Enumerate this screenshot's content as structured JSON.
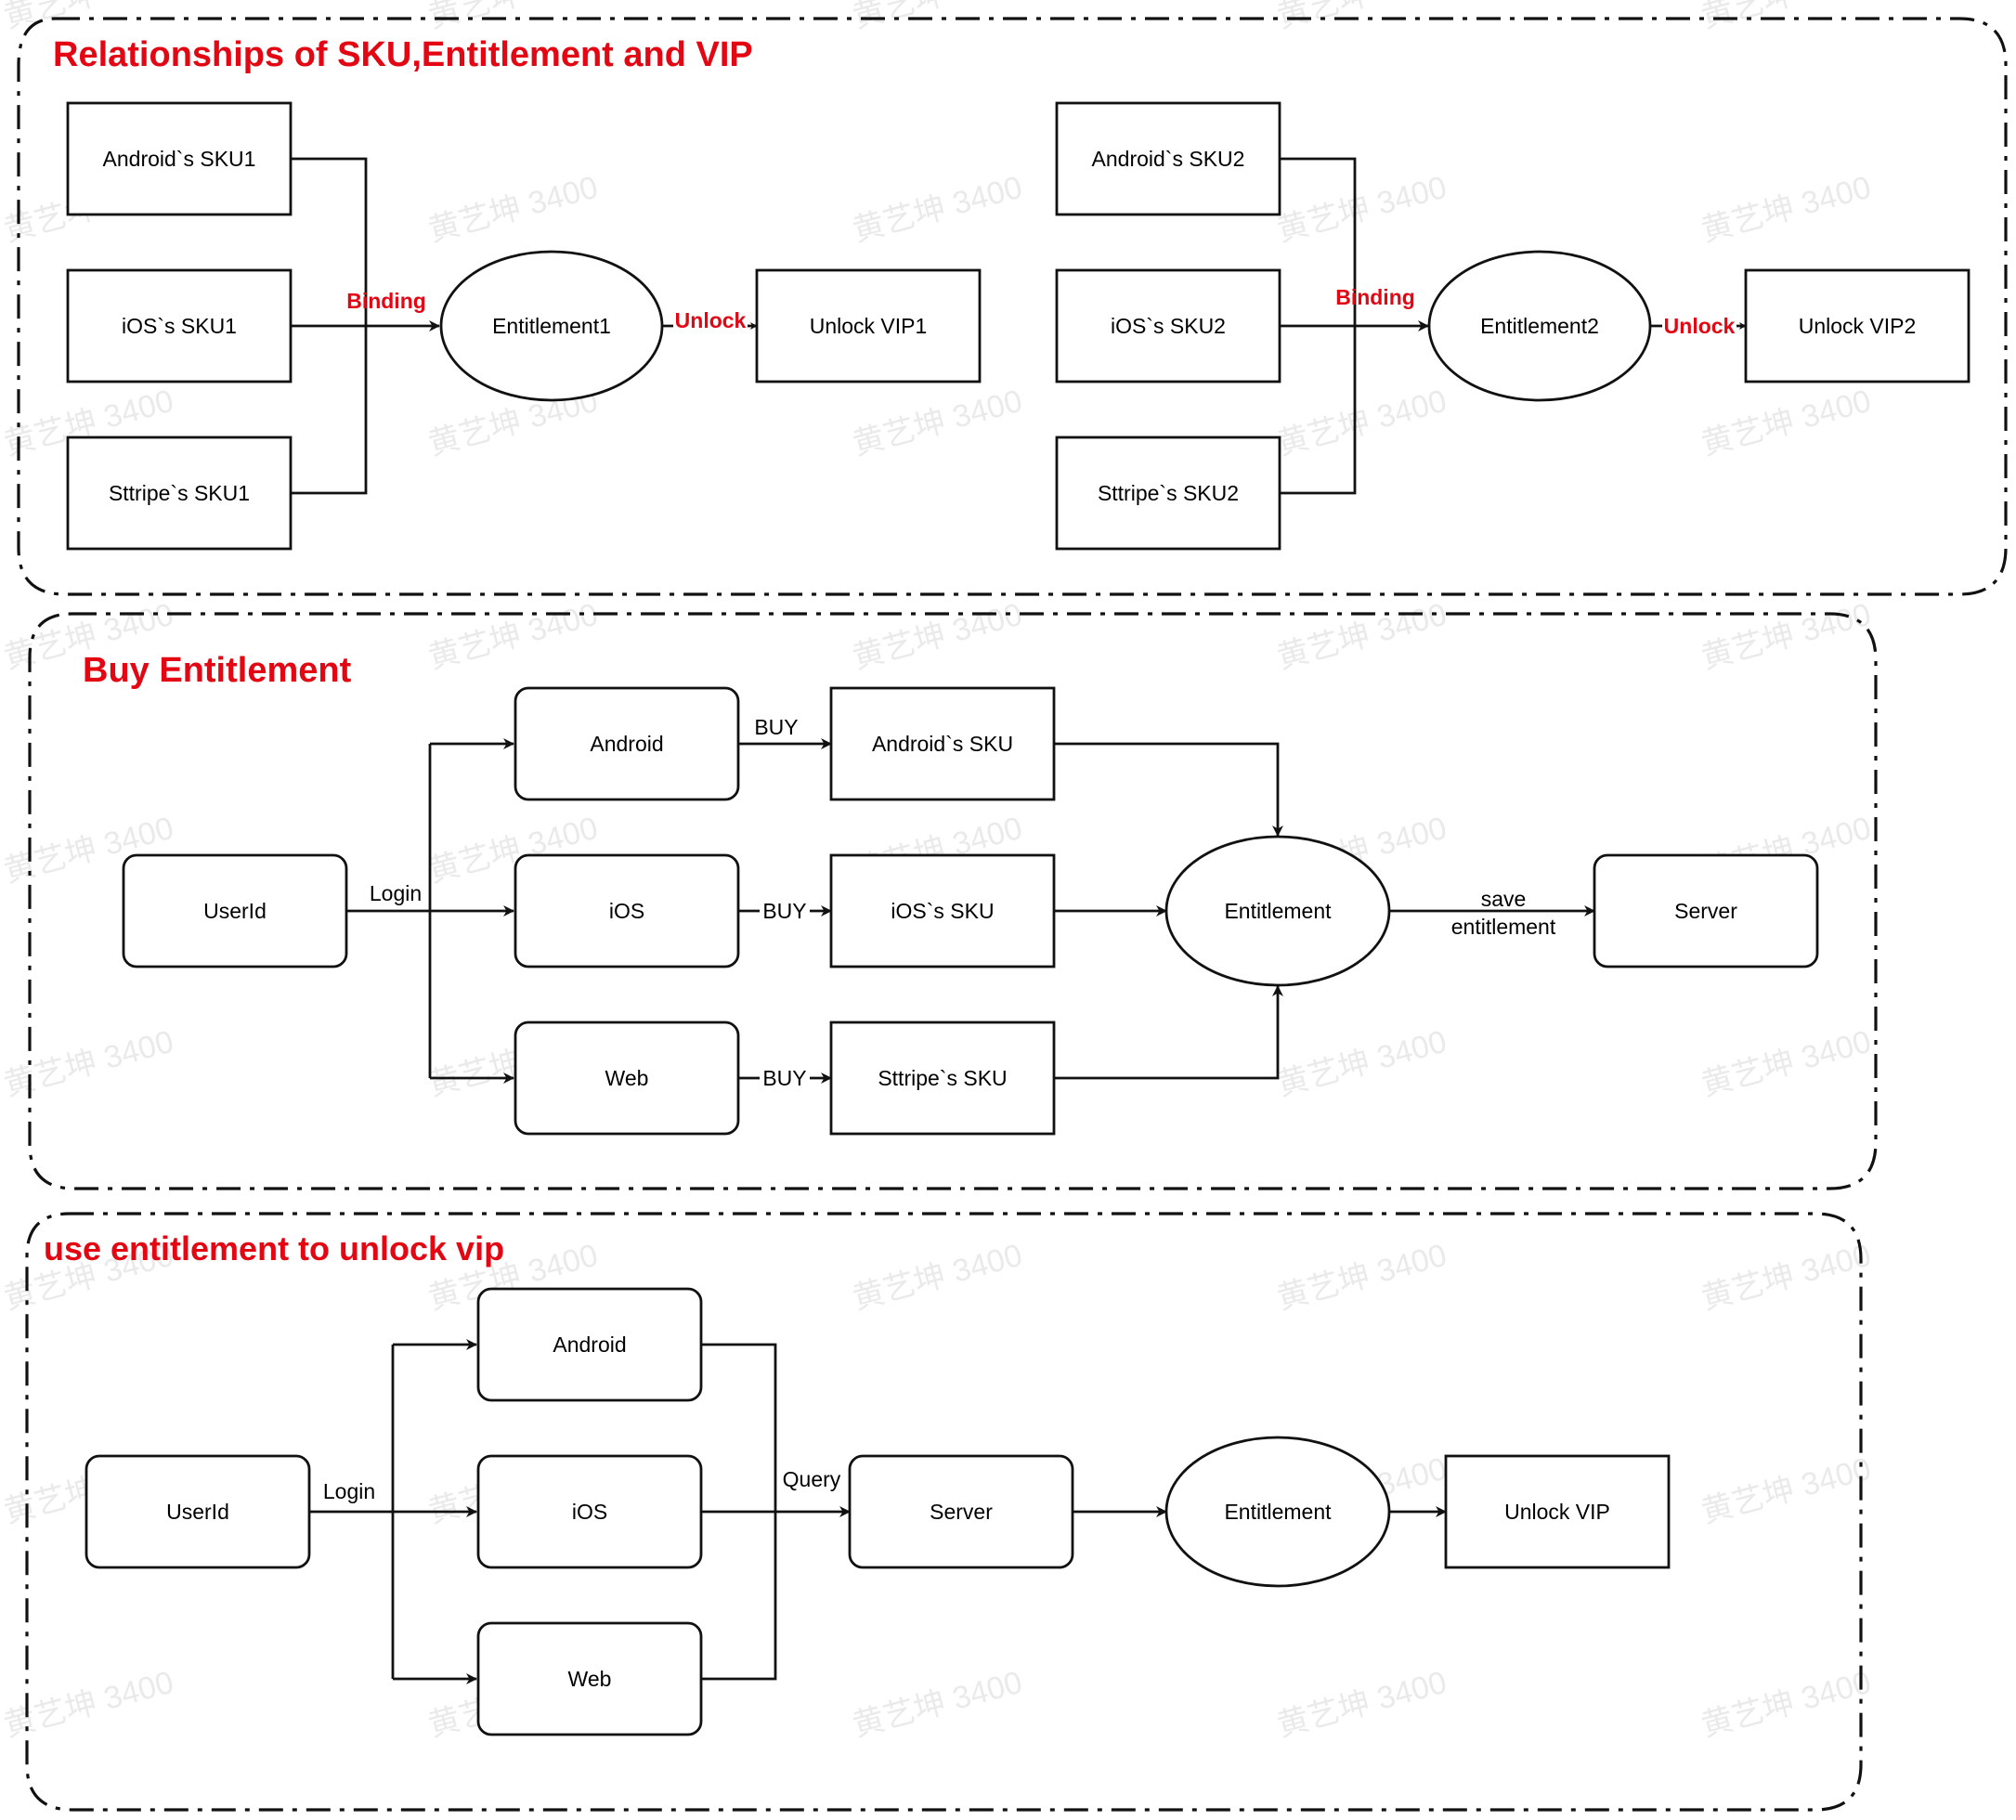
{
  "colors": {
    "title": "#e30613",
    "edge_label_red": "#e30613",
    "stroke": "#111111"
  },
  "watermark": "黄艺坤 3400",
  "sections": {
    "relationships": {
      "title": "Relationships of SKU,Entitlement and VIP",
      "group1": {
        "skus": [
          "Android`s SKU1",
          "iOS`s SKU1",
          "Sttripe`s SKU1"
        ],
        "binding_label": "Binding",
        "entitlement": "Entitlement1",
        "unlock_label": "Unlock",
        "vip": "Unlock VIP1"
      },
      "group2": {
        "skus": [
          "Android`s SKU2",
          "iOS`s SKU2",
          "Sttripe`s SKU2"
        ],
        "binding_label": "Binding",
        "entitlement": "Entitlement2",
        "unlock_label": "Unlock",
        "vip": "Unlock VIP2"
      }
    },
    "buy": {
      "title": "Buy Entitlement",
      "user": "UserId",
      "login_label": "Login",
      "platforms": [
        "Android",
        "iOS",
        "Web"
      ],
      "buy_label": "BUY",
      "skus": [
        "Android`s SKU",
        "iOS`s SKU",
        "Sttripe`s SKU"
      ],
      "entitlement": "Entitlement",
      "save_label_line1": "save",
      "save_label_line2": "entitlement",
      "server": "Server"
    },
    "use": {
      "title": "use entitlement to unlock vip",
      "user": "UserId",
      "login_label": "Login",
      "platforms": [
        "Android",
        "iOS",
        "Web"
      ],
      "query_label": "Query",
      "server": "Server",
      "entitlement": "Entitlement",
      "vip": "Unlock VIP"
    }
  }
}
